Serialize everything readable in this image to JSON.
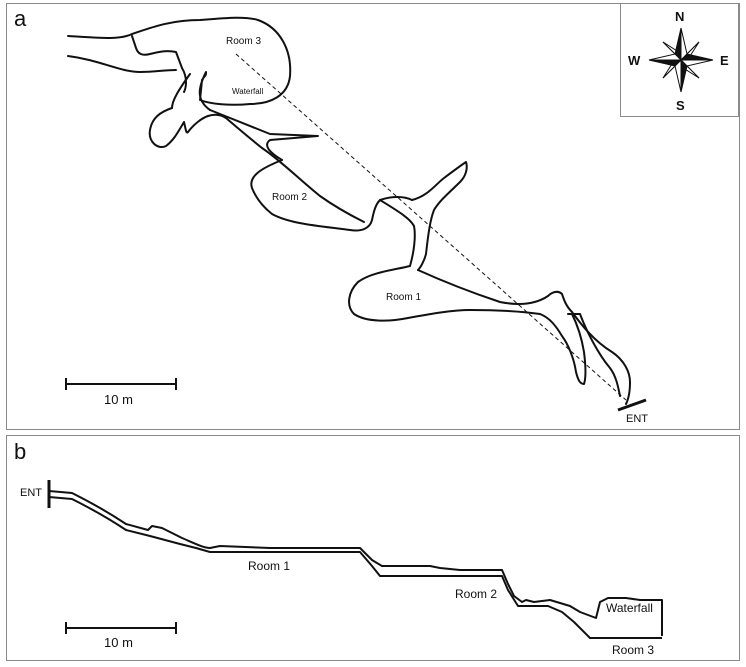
{
  "panel_a": {
    "letter": "a",
    "rooms": {
      "room3": "Room 3",
      "waterfall": "Waterfall",
      "room2": "Room 2",
      "room1": "Room 1"
    },
    "entrance": "ENT",
    "scale_label": "10 m",
    "compass": {
      "north": "N",
      "south": "S",
      "east": "E",
      "west": "W"
    }
  },
  "panel_b": {
    "letter": "b",
    "entrance": "ENT",
    "rooms": {
      "room1": "Room 1",
      "room2": "Room 2",
      "room3": "Room 3",
      "waterfall": "Waterfall"
    },
    "scale_label": "10 m"
  }
}
